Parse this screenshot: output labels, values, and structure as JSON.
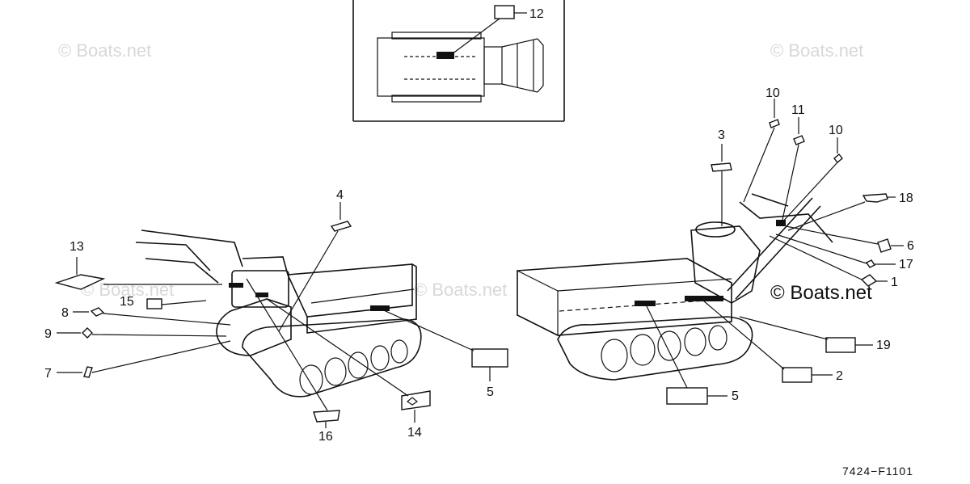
{
  "watermarks": [
    "© Boats.net",
    "© Boats.net",
    "© Boats.net",
    "© Boats.net",
    "© Boats.net"
  ],
  "figure_code": "7424−F1101",
  "callouts": {
    "c1": "1",
    "c2": "2",
    "c3": "3",
    "c4": "4",
    "c5a": "5",
    "c5b": "5",
    "c6": "6",
    "c7": "7",
    "c8": "8",
    "c9": "9",
    "c10a": "10",
    "c10b": "10",
    "c11": "11",
    "c12": "12",
    "c13": "13",
    "c14": "14",
    "c15": "15",
    "c16": "16",
    "c17": "17",
    "c18": "18",
    "c19": "19"
  }
}
